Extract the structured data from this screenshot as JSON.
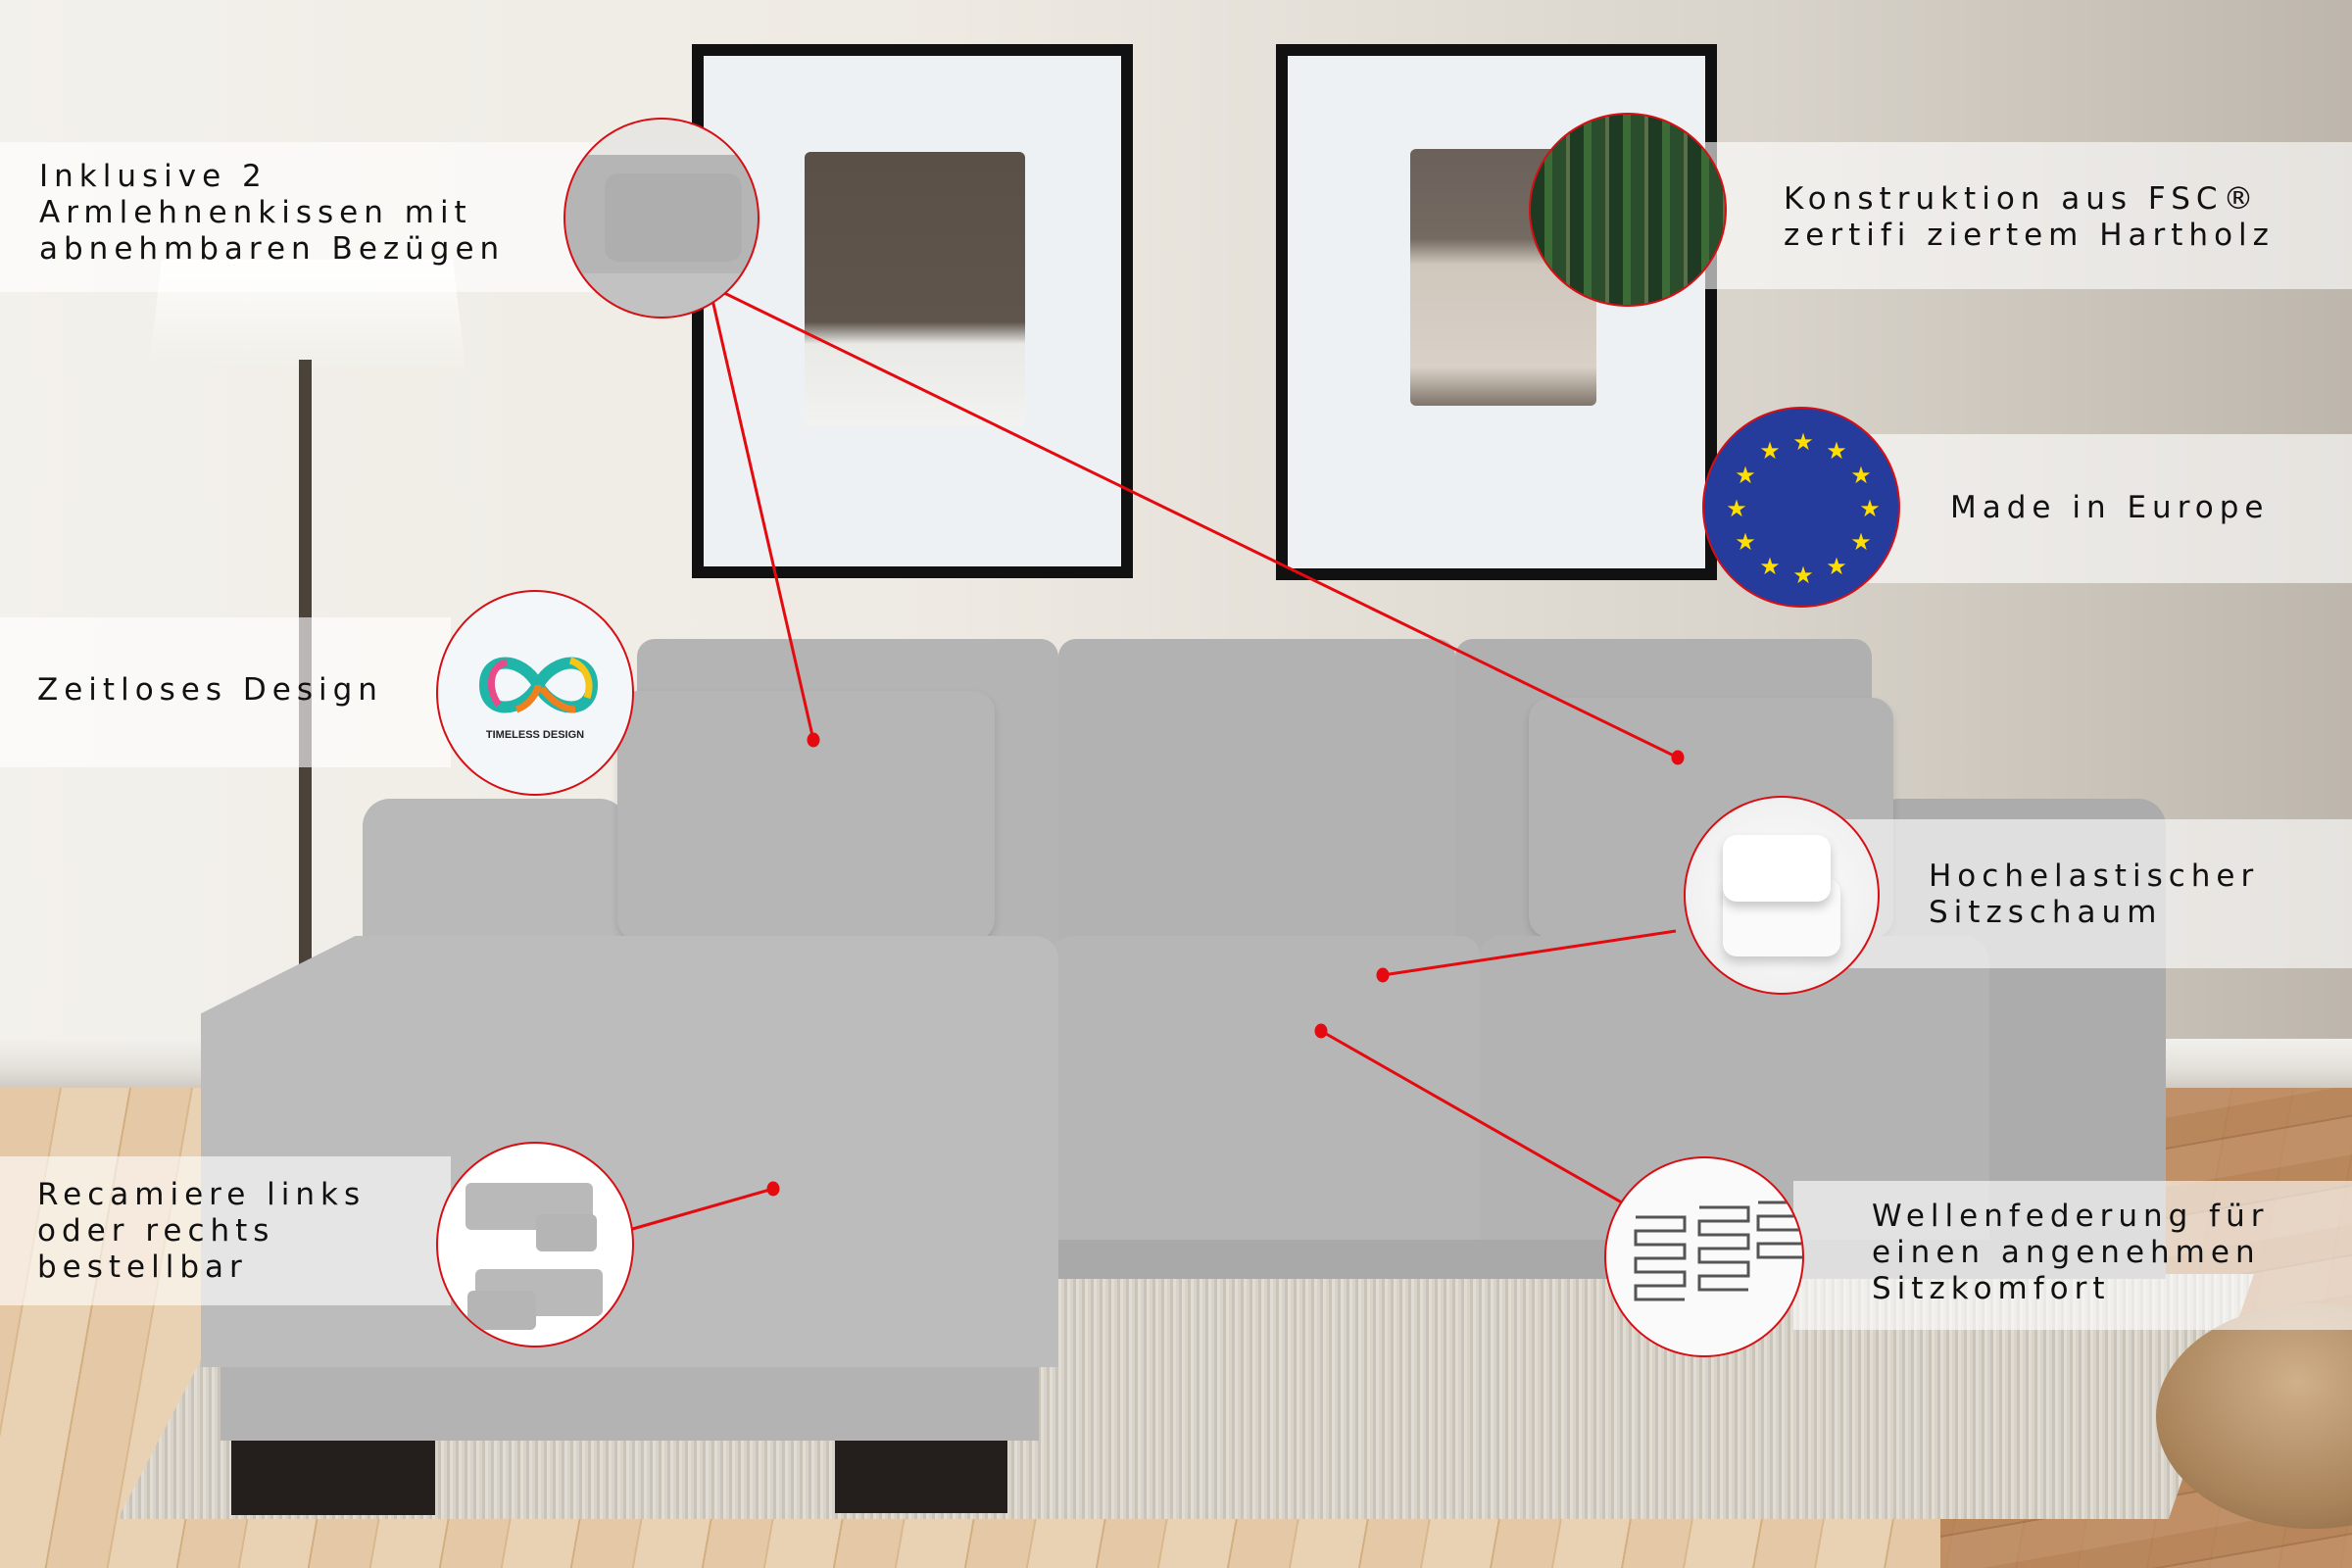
{
  "features": [
    {
      "id": "cushions",
      "label": "Inklusive 2\nArmlehnenkissen mit\nabnehmbaren Bezügen",
      "icon": "sofa-cushion-closeup"
    },
    {
      "id": "fsc",
      "label": "Konstruktion aus FSC®\nzertifi ziertem Hartholz",
      "icon": "forest-photo"
    },
    {
      "id": "europe",
      "label": "Made in Europe",
      "icon": "eu-flag"
    },
    {
      "id": "design",
      "label": "Zeitloses Design",
      "icon": "infinity-logo",
      "icon_caption": "TIMELESS DESIGN"
    },
    {
      "id": "foam",
      "label": "Hochelastischer\nSitzschaum",
      "icon": "foam-blocks"
    },
    {
      "id": "recamiere",
      "label": "Recamiere links\noder rechts\nbestellbar",
      "icon": "sofa-variants"
    },
    {
      "id": "springs",
      "label": "Wellenfederung für\neinen angenehmen\nSitzkomfort",
      "icon": "wave-springs"
    }
  ],
  "colors": {
    "accent_red": "#d60f14",
    "eu_blue": "#253c9c",
    "eu_star": "#ffde00",
    "sofa_grey": "#b6b6b6",
    "band_white": "rgba(255,255,255,0.62)"
  }
}
